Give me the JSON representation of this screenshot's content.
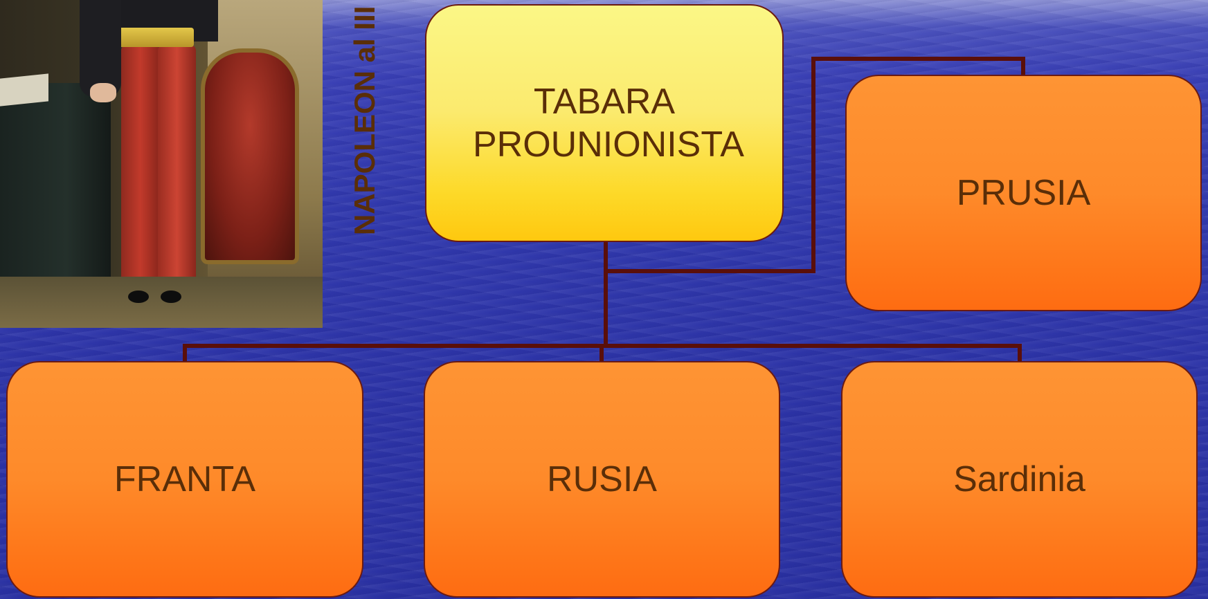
{
  "slide": {
    "vertical_title": "NAPOLEON al III"
  },
  "diagram": {
    "root": {
      "label": "TABARA PROUNIONISTA"
    },
    "side": {
      "label": "PRUSIA"
    },
    "children": [
      {
        "label": "FRANTA"
      },
      {
        "label": "RUSIA"
      },
      {
        "label": "Sardinia"
      }
    ]
  },
  "colors": {
    "background": "#2f37aa",
    "root_box": "#fde35a",
    "child_box": "#fe8326",
    "connector": "#5a0f0a",
    "text": "#5a2e08"
  }
}
